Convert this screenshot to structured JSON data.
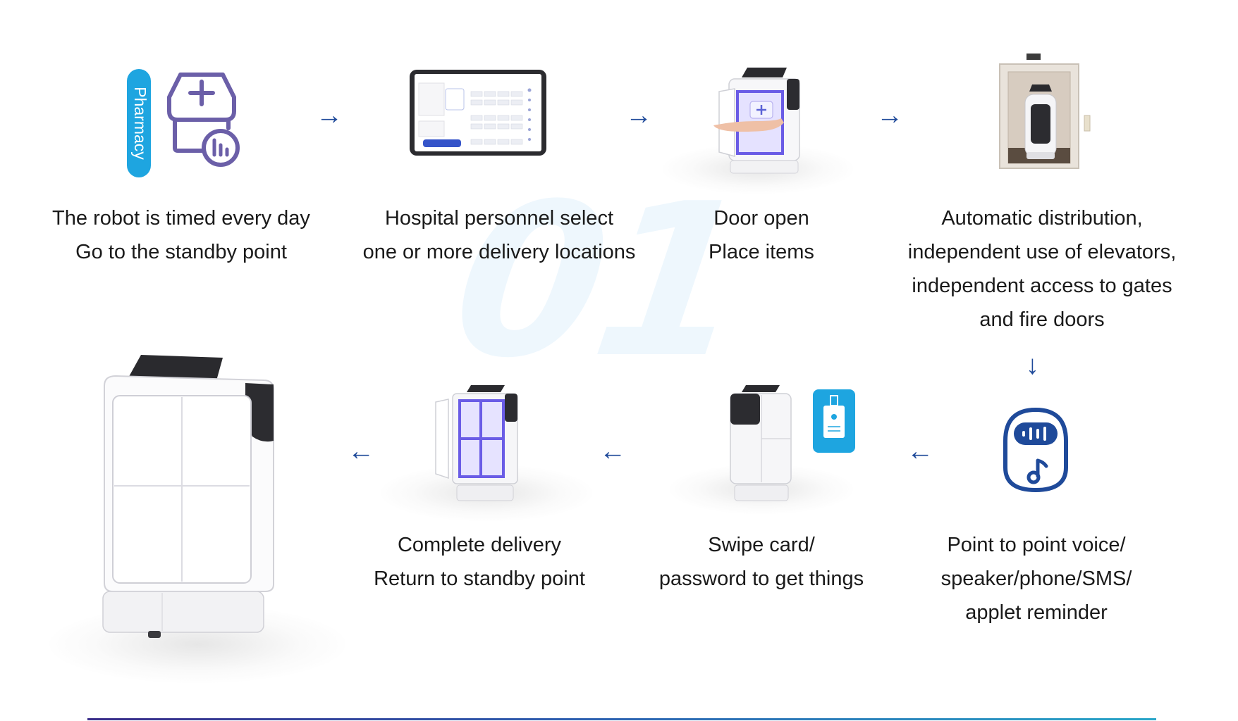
{
  "watermark": "01",
  "pharmacy_label": "Pharmacy",
  "steps": [
    {
      "id": "step-1",
      "lines": [
        "The robot is timed every day",
        "Go to the standby point"
      ]
    },
    {
      "id": "step-2",
      "lines": [
        "Hospital personnel select",
        "one or more delivery locations"
      ]
    },
    {
      "id": "step-3",
      "lines": [
        "Door open",
        "Place items"
      ]
    },
    {
      "id": "step-4",
      "lines": [
        "Automatic distribution,",
        "independent use of elevators,",
        "independent access to gates",
        "and fire doors"
      ]
    },
    {
      "id": "step-5",
      "lines": [
        "Point to point voice/",
        "speaker/phone/SMS/",
        "applet reminder"
      ]
    },
    {
      "id": "step-6",
      "lines": [
        "Swipe card/",
        "password to get things"
      ]
    },
    {
      "id": "step-7",
      "lines": [
        "Complete delivery",
        "Return to standby point"
      ]
    }
  ],
  "arrows": {
    "right": "→",
    "left": "←",
    "down": "↓"
  },
  "colors": {
    "arrow": "#1f4a9a",
    "pharmacy_badge": "#1ea5e0",
    "pharmacy_icon": "#6b5fa8",
    "bell_icon": "#1f4a9a",
    "card_badge": "#1ea5e0",
    "divider_start": "#3a2d8a",
    "divider_end": "#2aa6c8"
  }
}
